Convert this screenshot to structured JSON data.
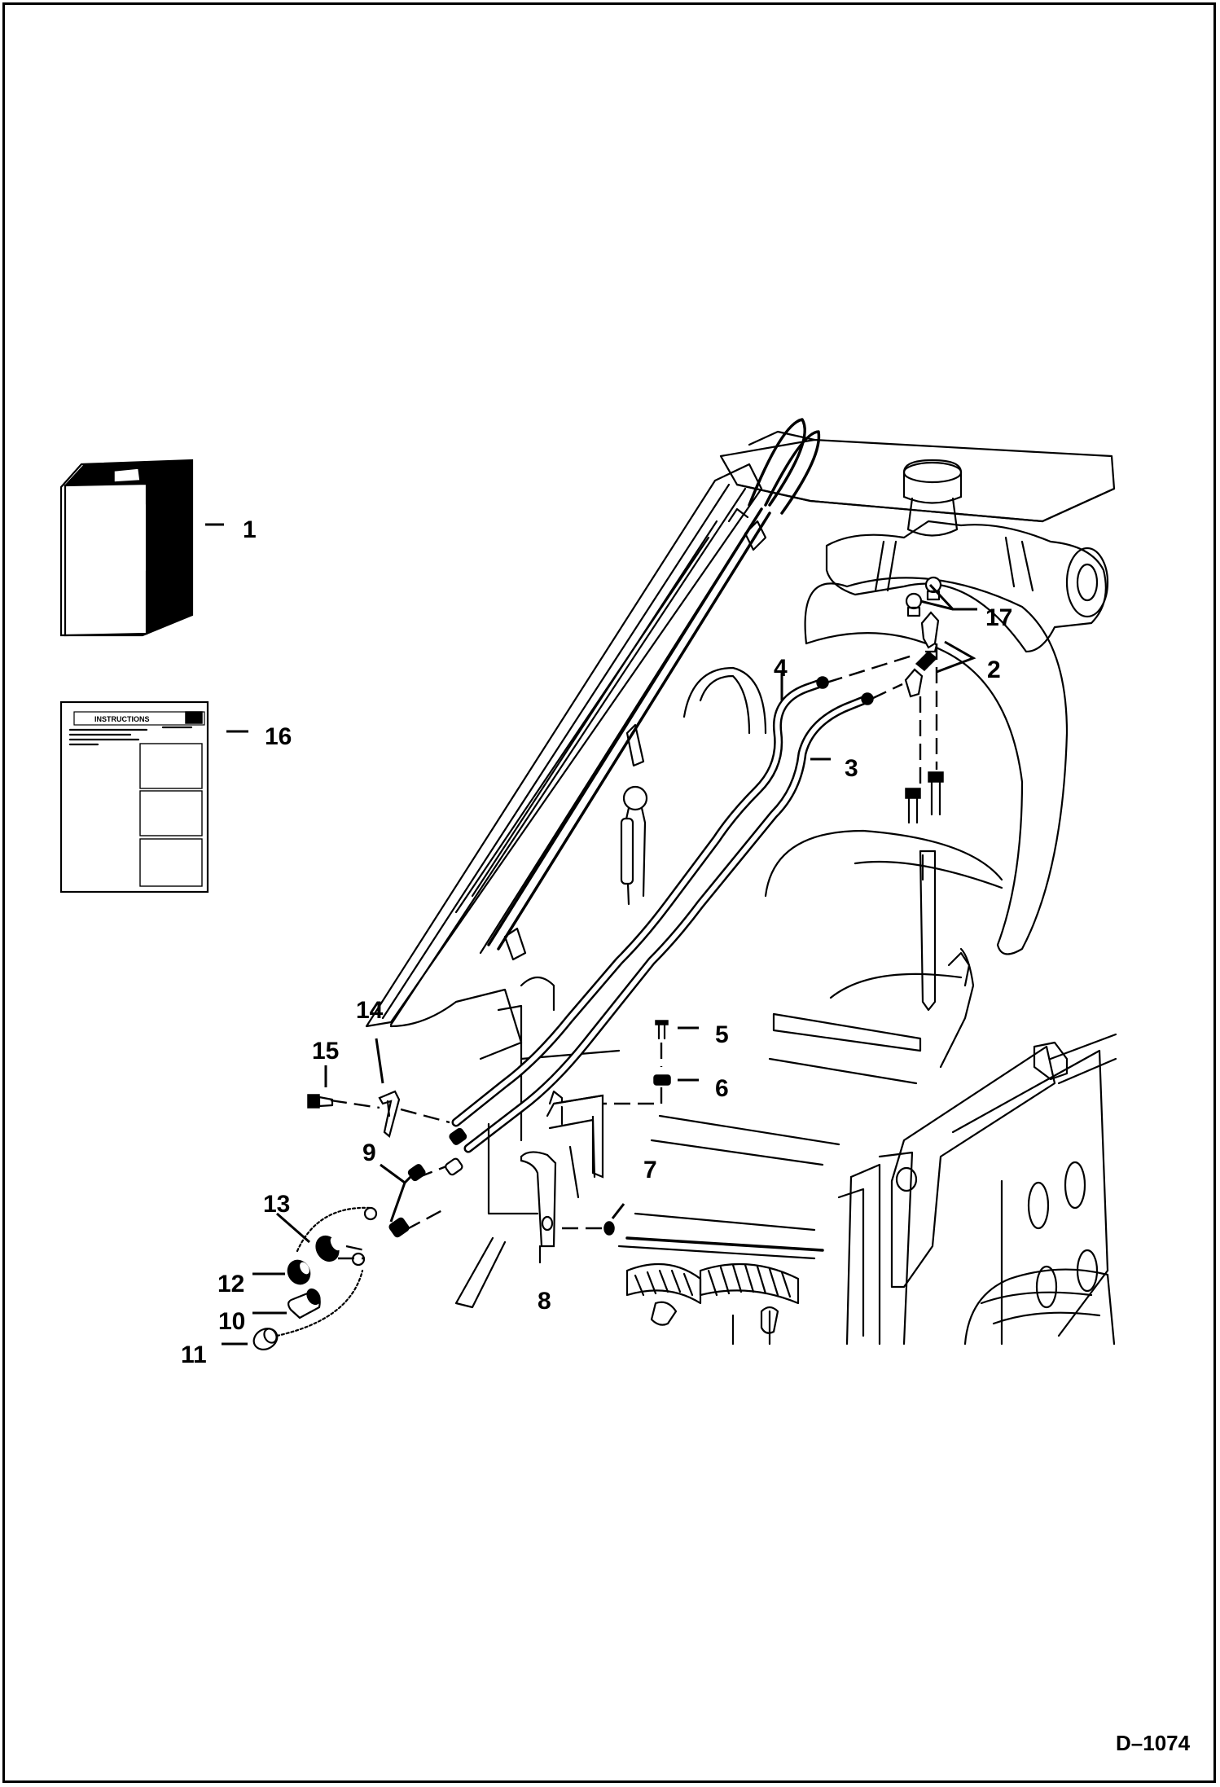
{
  "figure_id": "D–1074",
  "callouts": {
    "c1": "1",
    "c2": "2",
    "c3": "3",
    "c4": "4",
    "c5": "5",
    "c6": "6",
    "c7": "7",
    "c8": "8",
    "c9": "9",
    "c10": "10",
    "c11": "11",
    "c12": "12",
    "c13": "13",
    "c14": "14",
    "c15": "15",
    "c16": "16",
    "c17": "17"
  },
  "instruction_sheet": {
    "heading": "INSTRUCTIONS"
  }
}
